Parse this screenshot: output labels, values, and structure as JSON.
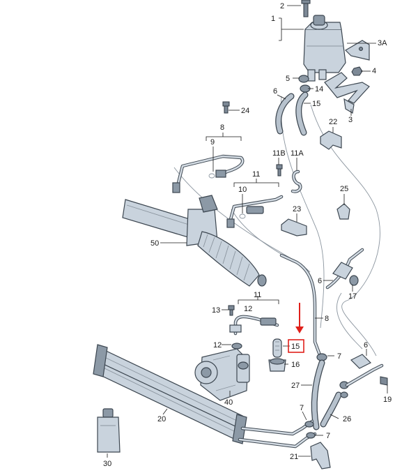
{
  "diagram": {
    "labels": {
      "l1": "1",
      "l2": "2",
      "l3A": "3A",
      "l3": "3",
      "l4": "4",
      "l5": "5",
      "l6a": "6",
      "l14": "14",
      "l15a": "15",
      "l24": "24",
      "l22": "22",
      "l8a": "8",
      "l9": "9",
      "l11B": "11B",
      "l11A": "11A",
      "l11a": "11",
      "l10": "10",
      "l25": "25",
      "l23": "23",
      "l50": "50",
      "l6b": "6",
      "l17": "17",
      "l13": "13",
      "l12a": "12",
      "l11b": "11",
      "l8b": "8",
      "l12b": "12",
      "l15b": "15",
      "l7a": "7",
      "l16": "16",
      "l6c": "6",
      "l40": "40",
      "l27": "27",
      "l19": "19",
      "l20": "20",
      "l7b": "7",
      "l26": "26",
      "l7c": "7",
      "l30": "30",
      "l21": "21"
    },
    "highlight": {
      "color": "#e0201a"
    }
  }
}
